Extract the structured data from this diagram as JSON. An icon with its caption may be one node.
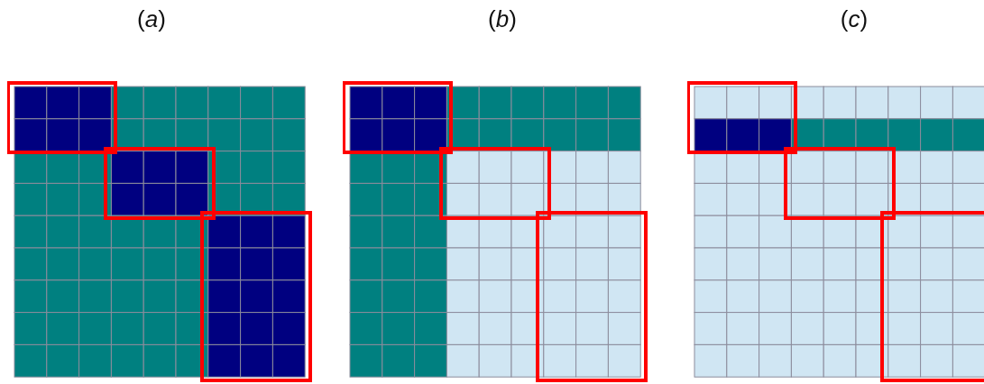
{
  "diagram": {
    "labels": [
      "(*a*)",
      "(*b*)",
      "(*c*)"
    ]
  }
}
